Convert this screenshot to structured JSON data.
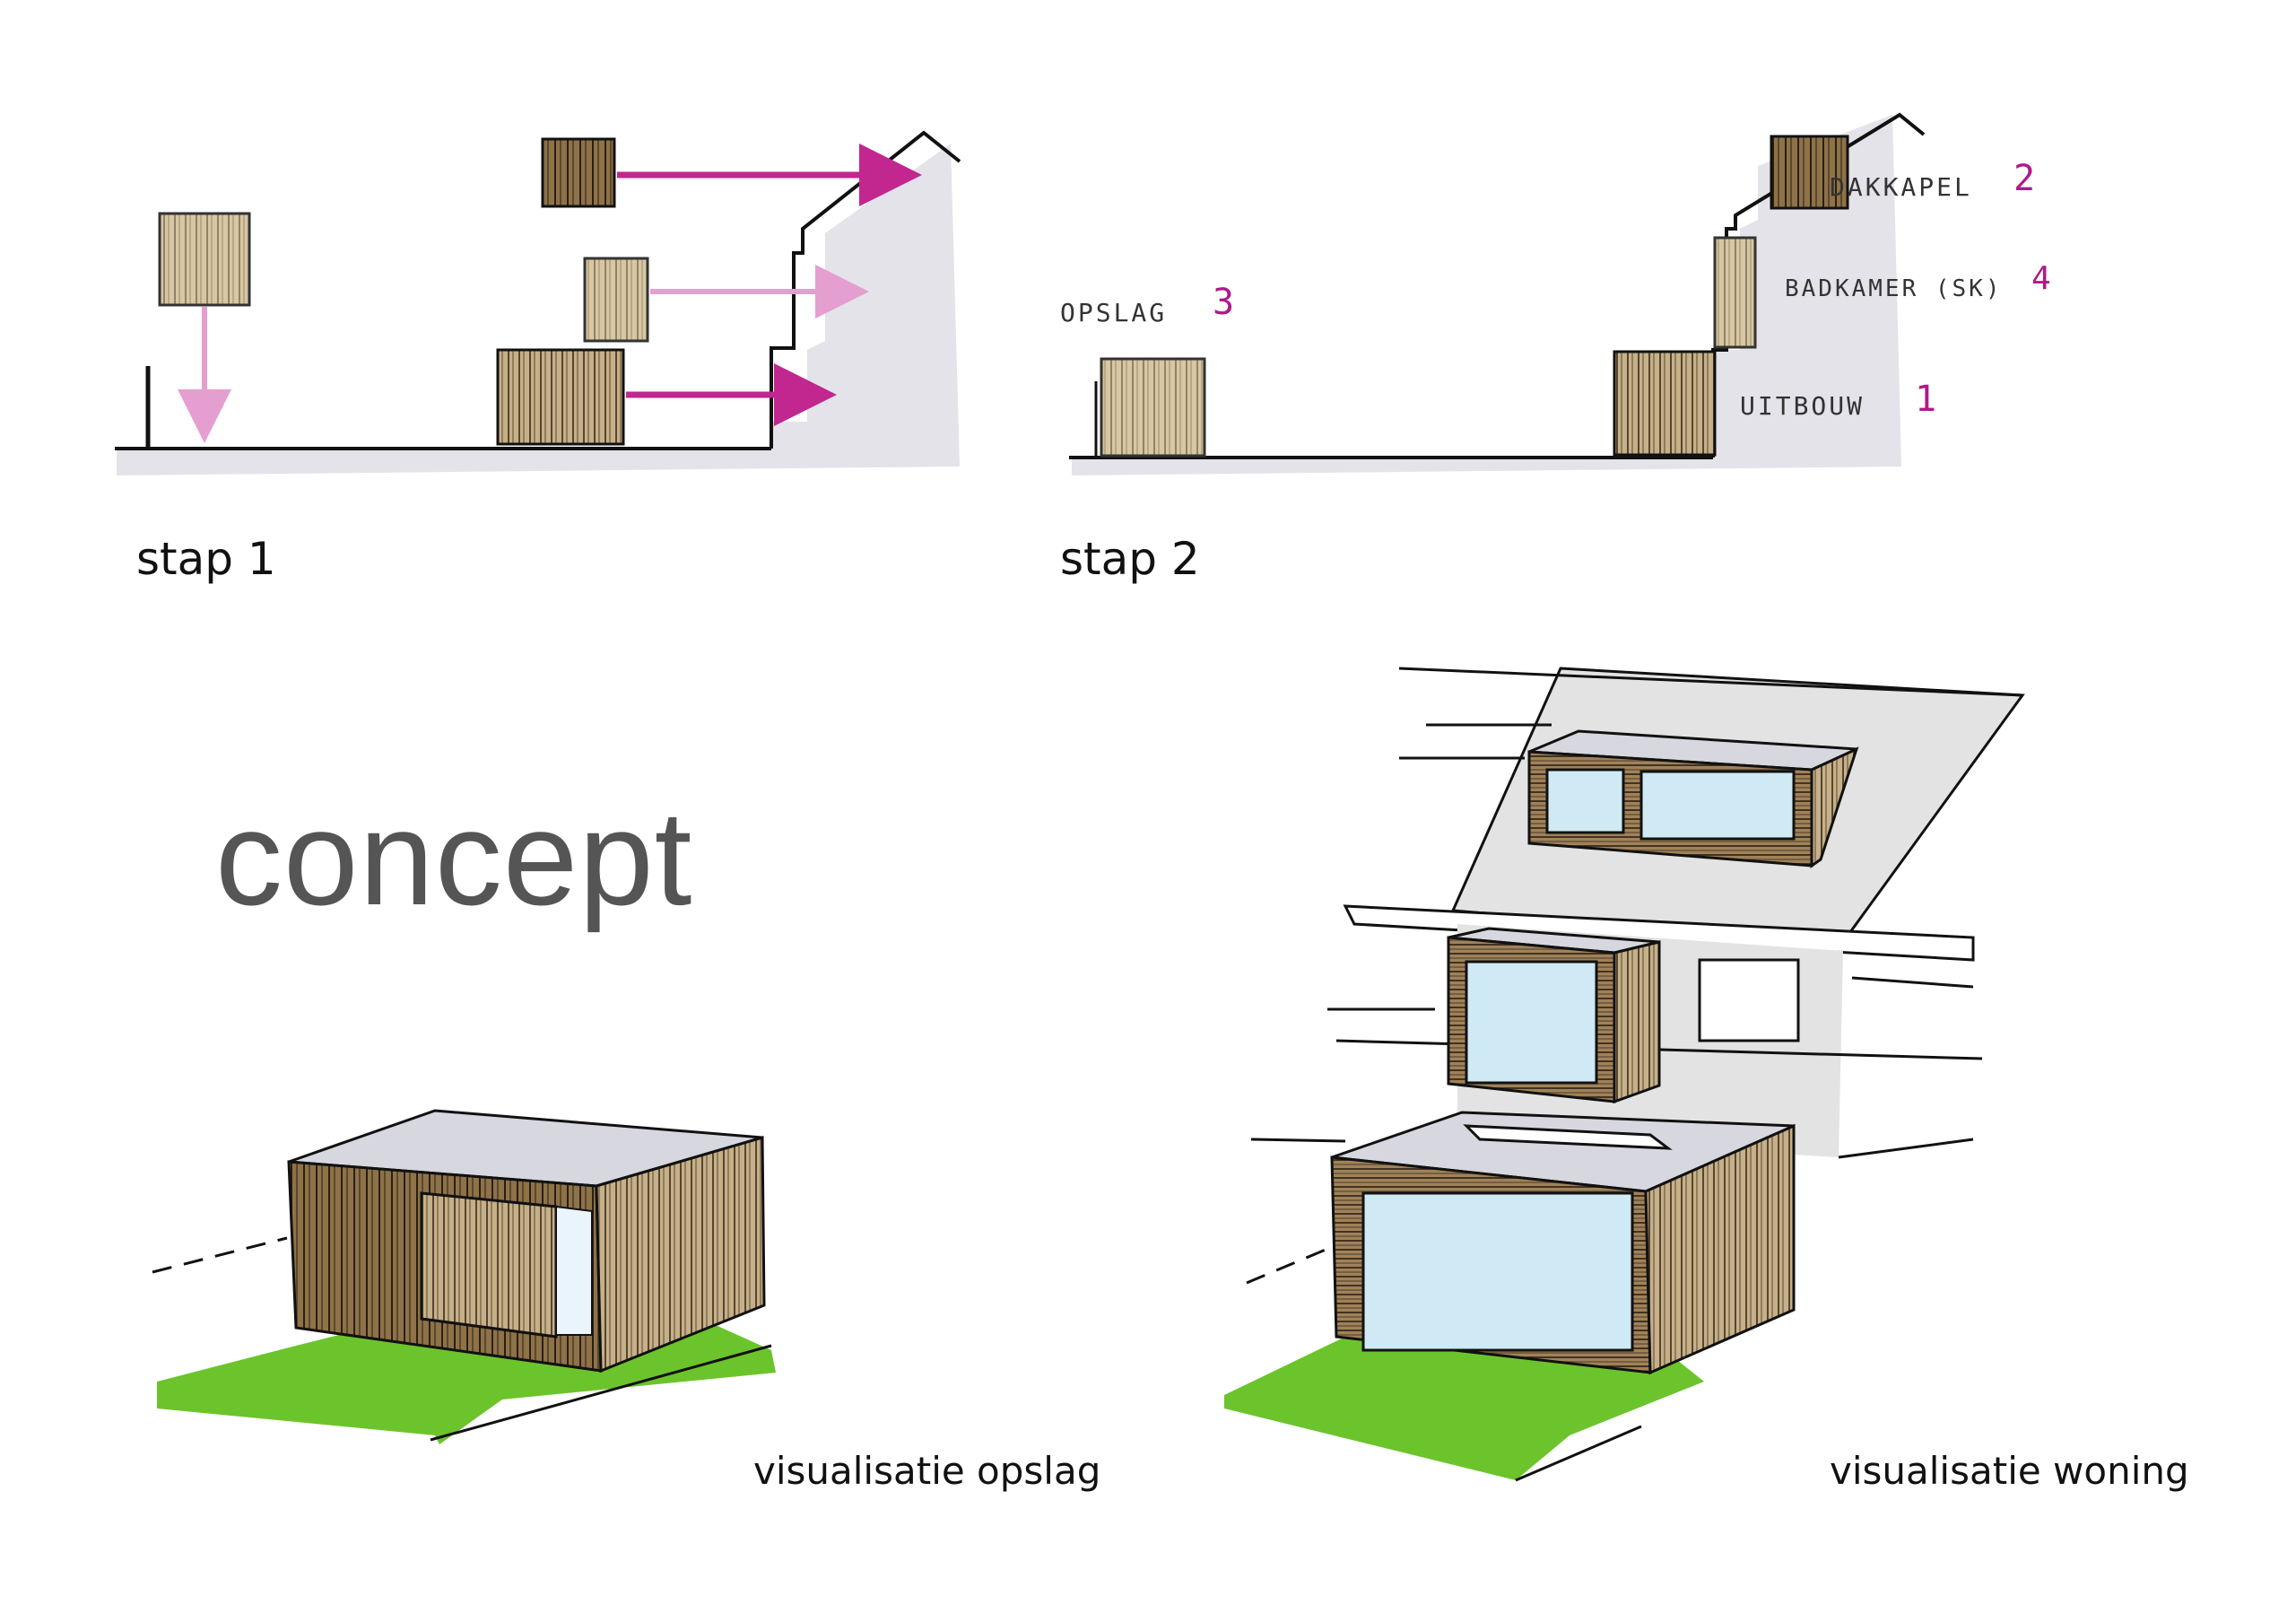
{
  "steps": {
    "step1": "stap 1",
    "step2": "stap 2"
  },
  "title": "concept",
  "labels": {
    "opslag": "OPSLAG",
    "opslag_num": "3",
    "dakkapel": "DAKKAPEL",
    "dakkapel_num": "2",
    "badkamer": "BADKAMER (SK)",
    "badkamer_num": "4",
    "uitbouw": "UITBOUW",
    "uitbouw_num": "1"
  },
  "captions": {
    "opslag": "visualisatie opslag",
    "woning": "visualisatie woning"
  },
  "colors": {
    "wood": "#8a6f45",
    "wood_light": "#c8b48a",
    "shadow": "#d7d7df",
    "arrow": "#c2268f",
    "grass": "#6cc42c",
    "glass": "#cfe9f5"
  }
}
